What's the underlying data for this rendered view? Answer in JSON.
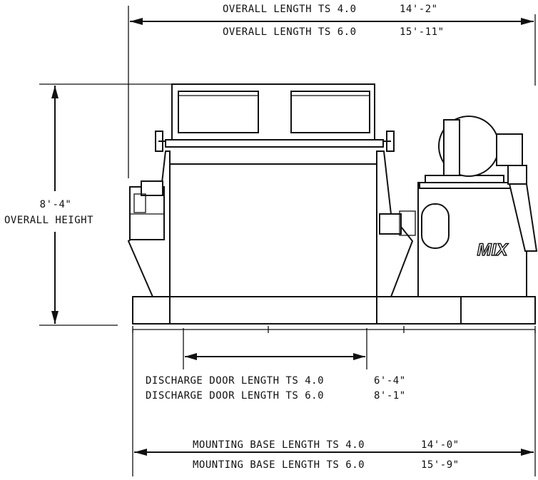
{
  "dimensions": {
    "overall_length": [
      {
        "label": "OVERALL LENGTH TS 4.0",
        "value": "14'-2\""
      },
      {
        "label": "OVERALL LENGTH TS 6.0",
        "value": "15'-11\""
      }
    ],
    "overall_height": {
      "value": "8'-4\"",
      "label": "OVERALL HEIGHT"
    },
    "discharge_door": [
      {
        "label": "DISCHARGE DOOR LENGTH TS 4.0",
        "value": "6'-4\""
      },
      {
        "label": "DISCHARGE DOOR LENGTH TS 6.0",
        "value": "8'-1\""
      }
    ],
    "mounting_base": [
      {
        "label": "MOUNTING BASE LENGTH TS 4.0",
        "value": "14'-0\""
      },
      {
        "label": "MOUNTING BASE LENGTH TS 6.0",
        "value": "15'-9\""
      }
    ]
  },
  "machine": {
    "logo_text": "MIX"
  }
}
